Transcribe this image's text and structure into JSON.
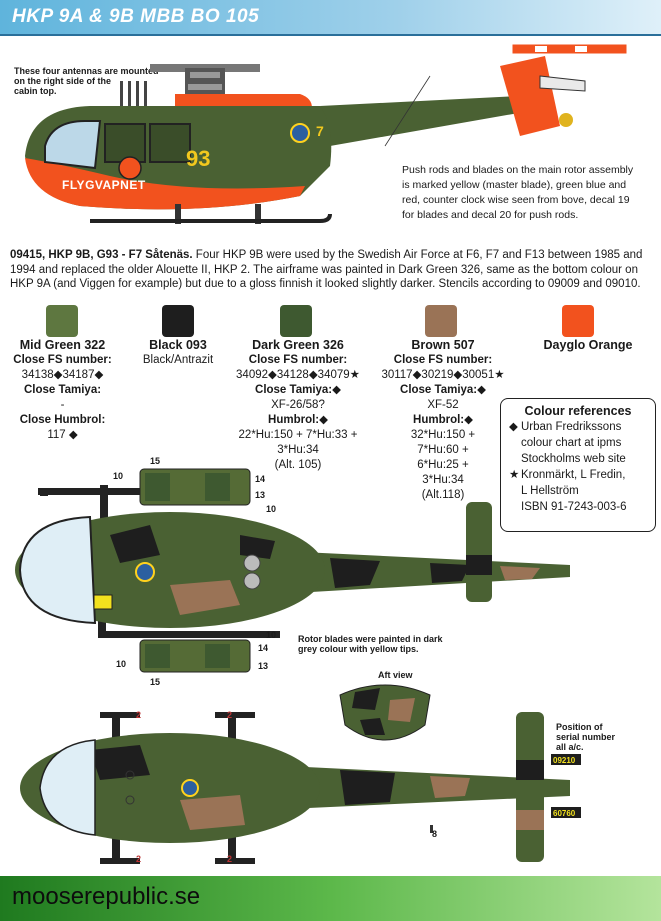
{
  "header": {
    "title": "HKP 9A & 9B   MBB  BO 105"
  },
  "notes": {
    "antennas": [
      "These four antennas are mounted",
      "on the right side of the",
      "cabin top."
    ],
    "push_rods": [
      "Push rods and blades on the main rotor assembly",
      "is marked yellow (master blade), green blue and",
      "red, counter clock wise seen from bove, decal 19",
      "for blades and decal 20 for push rods."
    ],
    "rotor_blades": [
      "Rotor blades were painted in dark",
      "grey colour with yellow tips."
    ],
    "aft_view": "Aft view",
    "serial_position": [
      "Position of",
      "serial number",
      "all a/c."
    ]
  },
  "aircraft": {
    "side_marking": "FLYGVAPNET",
    "code_number": "93",
    "tail_code": "7",
    "serial_1": "09210",
    "serial_2": "60760"
  },
  "description": {
    "lead": "09415, HKP 9B, G93 -  F7 Såtenäs.",
    "body": " Four HKP 9B were used by the Swedish Air Force at F6, F7 and F13 between 1985 and 1994 and replaced the older Alouette II, HKP 2. The airframe was painted in Dark Green 326, same as the bottom colour on HKP 9A (and Viggen for example) but due to a gloss finnish it  looked slightly darker.  Stencils according to 09009 and 09010."
  },
  "colours": [
    {
      "name": "Mid Green 322",
      "hex": "#5e7740",
      "lines": [
        {
          "text": "Close FS number:",
          "bold": true
        },
        {
          "text": "34138◆34187◆",
          "bold": false
        },
        {
          "text": "Close Tamiya:",
          "bold": true
        },
        {
          "text": "-",
          "bold": false
        },
        {
          "text": "Close Humbrol:",
          "bold": true
        },
        {
          "text": "117 ◆",
          "bold": false
        }
      ]
    },
    {
      "name": "Black 093",
      "hex": "#1e1e1e",
      "lines": [
        {
          "text": "Black/Antrazit",
          "bold": false
        }
      ]
    },
    {
      "name": "Dark  Green 326",
      "hex": "#3e5930",
      "lines": [
        {
          "text": "Close FS number:",
          "bold": true
        },
        {
          "text": "34092◆34128◆34079★",
          "bold": false
        },
        {
          "text": "Close Tamiya:◆",
          "bold": true
        },
        {
          "text": "XF-26/58?",
          "bold": false
        },
        {
          "text": "Humbrol:◆",
          "bold": true
        },
        {
          "text": "22*Hu:150 + 7*Hu:33 +",
          "bold": false
        },
        {
          "text": "3*Hu:34",
          "bold": false
        },
        {
          "text": "(Alt. 105)",
          "bold": false
        }
      ]
    },
    {
      "name": "Brown 507",
      "hex": "#9a7356",
      "lines": [
        {
          "text": "Close FS number:",
          "bold": true
        },
        {
          "text": "30117◆30219◆30051★",
          "bold": false
        },
        {
          "text": "Close Tamiya:◆",
          "bold": true
        },
        {
          "text": "XF-52",
          "bold": false
        },
        {
          "text": "Humbrol:◆",
          "bold": true
        },
        {
          "text": "32*Hu:150 +",
          "bold": false
        },
        {
          "text": "7*Hu:60 +",
          "bold": false
        },
        {
          "text": "6*Hu:25 +",
          "bold": false
        },
        {
          "text": "3*Hu:34",
          "bold": false
        },
        {
          "text": "(Alt.118)",
          "bold": false
        }
      ]
    },
    {
      "name": "Dayglo Orange",
      "hex": "#f2521e",
      "lines": []
    }
  ],
  "references": {
    "title": "Colour references",
    "items": [
      {
        "bullet": "◆",
        "lines": [
          "Urban Fredrikssons",
          "colour chart  at ipms",
          "Stockholms web site"
        ]
      },
      {
        "bullet": "★",
        "lines": [
          "Kronmärkt, L Fredin,",
          "L Hellström",
          "ISBN 91-7243-003-6"
        ]
      }
    ]
  },
  "callouts": {
    "top_15a": "15",
    "top_14a": "14",
    "top_13a": "13",
    "top_10a": "10",
    "top_10b": "10",
    "top_10c": "10",
    "bot_14": "14",
    "bot_13": "13",
    "bot_10": "10",
    "bot_15": "15",
    "under_2a": "2",
    "under_2b": "2",
    "under_2c": "2",
    "under_2d": "2",
    "under_8": "8"
  },
  "footer": {
    "site": "mooserepublic.se"
  }
}
